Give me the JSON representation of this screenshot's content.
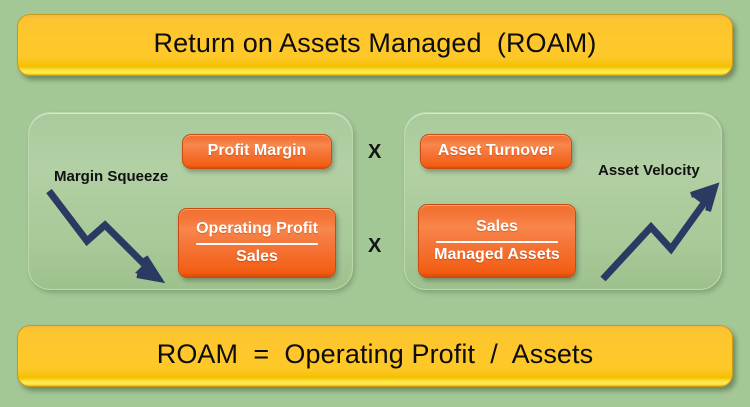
{
  "diagram": {
    "title": "Return on Assets Managed  (ROAM)",
    "formula": "ROAM  =  Operating Profit  /  Assets",
    "colors": {
      "background_green": "#a4c796",
      "panel_green": "#b0cfa2",
      "banner_yellow": "#ffc72c",
      "box_orange": "#f4763a",
      "arrow_navy": "#2b3a63",
      "text_white": "#ffffff",
      "text_black": "#111111"
    },
    "header_banner": {
      "label": "Return on Assets Managed  (ROAM)"
    },
    "footer_banner": {
      "label": "ROAM  =  Operating Profit  /  Assets"
    },
    "left_panel": {
      "caption": "Margin Squeeze",
      "arrow": "arrow-down-zigzag",
      "boxes": [
        {
          "label": "Profit Margin"
        },
        {
          "numerator": "Operating Profit",
          "denominator": "Sales"
        }
      ]
    },
    "right_panel": {
      "caption": "Asset Velocity",
      "arrow": "arrow-up-zigzag",
      "boxes": [
        {
          "label": "Asset Turnover"
        },
        {
          "numerator": "Sales",
          "denominator": "Managed Assets"
        }
      ]
    },
    "operators": {
      "top": "X",
      "bottom": "X"
    }
  }
}
